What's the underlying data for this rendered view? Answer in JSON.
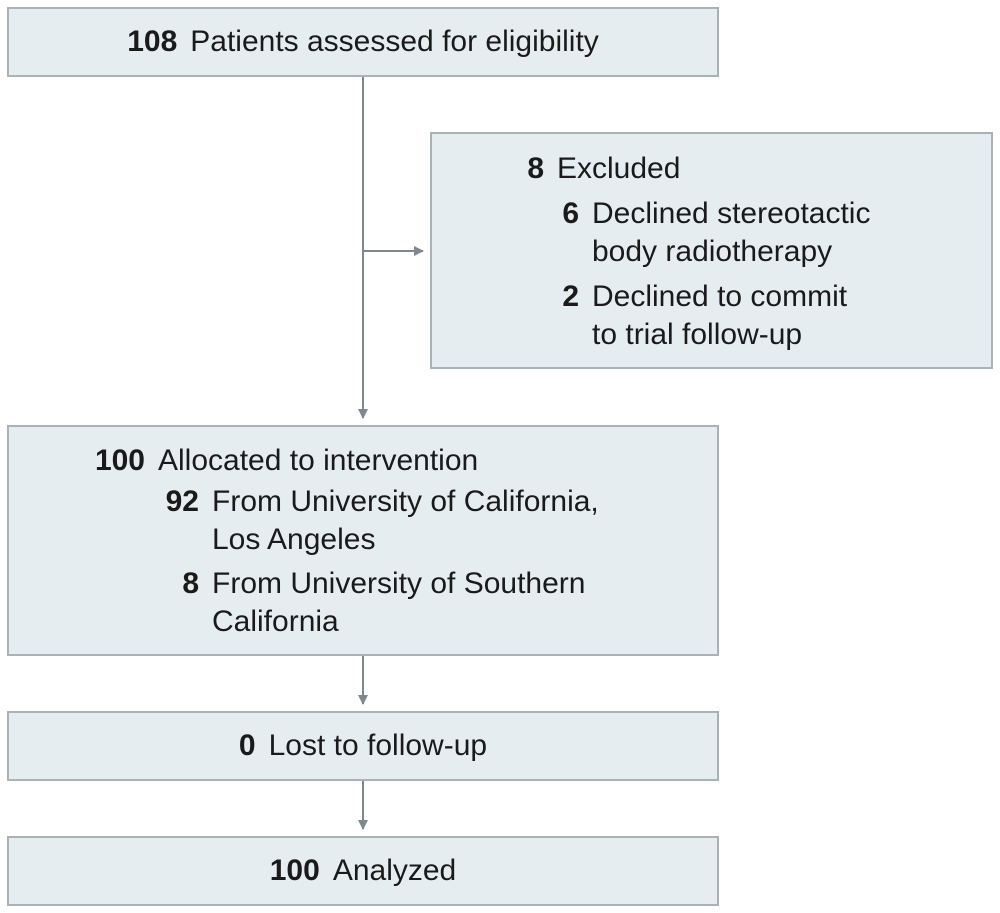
{
  "colors": {
    "box_fill": "#e6edf1",
    "box_border": "#a9b2b7",
    "connector": "#7f888d",
    "text": "#1a1a1a"
  },
  "assessed": {
    "count": "108",
    "label": "Patients assessed for eligibility"
  },
  "excluded": {
    "count": "8",
    "label": "Excluded",
    "reasons": [
      {
        "count": "6",
        "line1": "Declined stereotactic",
        "line2": "body radiotherapy"
      },
      {
        "count": "2",
        "line1": "Declined to commit",
        "line2": "to trial follow-up"
      }
    ]
  },
  "allocated": {
    "count": "100",
    "label": "Allocated to intervention",
    "sites": [
      {
        "count": "92",
        "line1": "From University of California,",
        "line2": "Los Angeles"
      },
      {
        "count": "8",
        "line1": "From University of Southern",
        "line2": "California"
      }
    ]
  },
  "lost": {
    "count": "0",
    "label": "Lost to follow-up"
  },
  "analyzed": {
    "count": "100",
    "label": "Analyzed"
  }
}
